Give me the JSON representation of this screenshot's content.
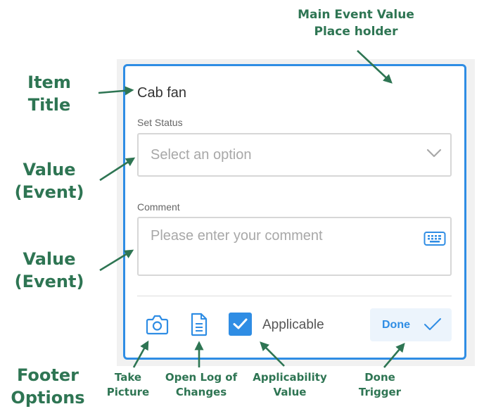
{
  "annotations": {
    "main_event_line1": "Main Event Value",
    "main_event_line2": "Place holder",
    "item_title_line1": "Item",
    "item_title_line2": "Title",
    "value_event_1_line1": "Value",
    "value_event_1_line2": "(Event)",
    "value_event_2_line1": "Value",
    "value_event_2_line2": "(Event)",
    "footer_line1": "Footer",
    "footer_line2": "Options",
    "take_picture_line1": "Take",
    "take_picture_line2": "Picture",
    "open_log_line1": "Open Log of",
    "open_log_line2": "Changes",
    "applicability_line1": "Applicability",
    "applicability_line2": "Value",
    "done_trigger_line1": "Done",
    "done_trigger_line2": "Trigger"
  },
  "card": {
    "item_title": "Cab fan",
    "status_label": "Set Status",
    "status_placeholder": "Select an option",
    "comment_label": "Comment",
    "comment_placeholder": "Please enter your comment",
    "applicable_label": "Applicable",
    "applicable_checked": true,
    "done_label": "Done"
  },
  "icons": {
    "chevron": "chevron-down-icon",
    "keyboard": "keyboard-icon",
    "camera": "camera-icon",
    "log": "document-icon",
    "checkbox": "checkmark-icon",
    "done": "checkmark-icon"
  },
  "colors": {
    "annotation": "#2e7553",
    "accent": "#2f8de4",
    "placeholder": "#a8a8a8"
  }
}
